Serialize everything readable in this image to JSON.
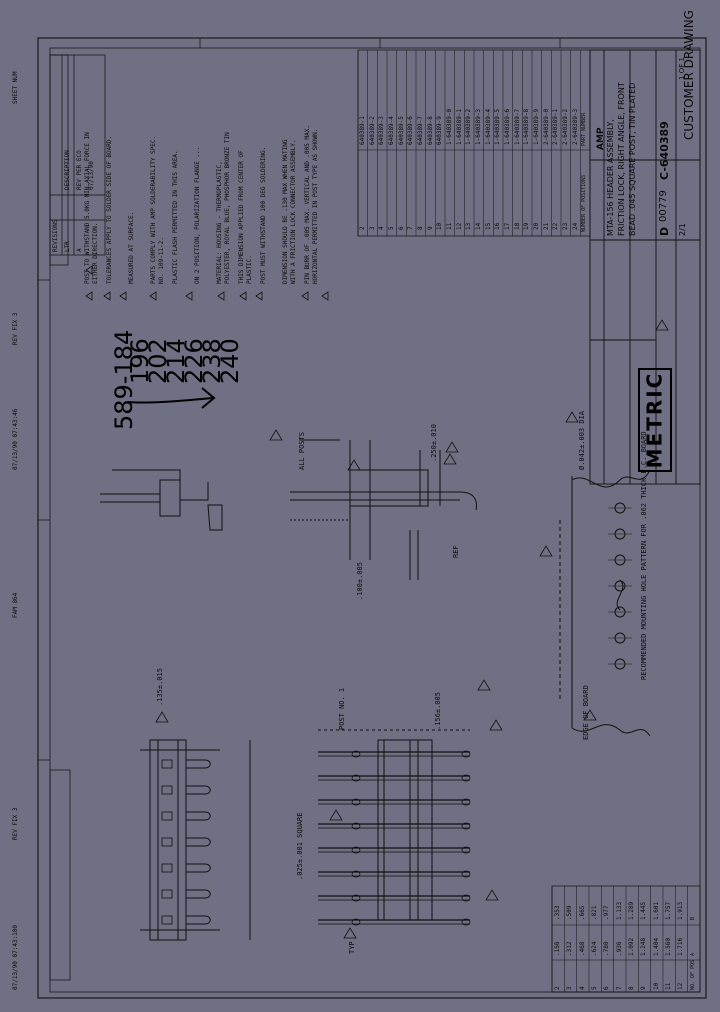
{
  "frame": {
    "top_left_label": "SHEET NUM",
    "top_mid_label": "REV FIX 3",
    "left_mid_label": "REV FIX 3",
    "stamp_top": "07/13/90 07:43:46",
    "stamp_mid": "FAM 864",
    "stamp_bottom": "07/13/90 07:43:100"
  },
  "handwriting": {
    "lines": [
      "589-184",
      "196",
      "202",
      "214",
      "226",
      "238",
      "240"
    ]
  },
  "notes": [
    "POST TO WITHSTAND 5.0KG MIN AXIAL FORCE IN EITHER DIRECTION.",
    "TOLERANCES APPLY TO SOLDER SIDE OF BOARD.",
    "MEASURED AT SURFACE.",
    "PARTS COMPLY WITH AMP SOLDERABILITY SPEC. NO. 109-11-2.",
    "PLASTIC FLASH PERMITTED IN THIS AREA.",
    "ON 2 POSITION, POLARIZATION FLANGE ...",
    "MATERIAL: HOUSING - THERMOPLASTIC, POLYESTER, ROYAL BLUE, PHOSPHOR BRONZE TIN PLATED.",
    "THIS DIMENSION APPLIED FROM CENTER OF PLASTIC.",
    "POST MUST WITHSTAND 100 DEG SOLDERING.",
    "DIMENSION SHOULD BE .130 MAX WHEN MATING WITH A FRICTION LOCK CONNECTOR ASSEMBLY.",
    "PIN BURR OF .005 MAX. VERTICAL AND .005 MAX. HORIZONTAL PERMITTED IN POST TYPE AS SHOWN."
  ],
  "dims": {
    "square": ".025±.001 SQUARE",
    "post_no": "POST NO. 1",
    "typ": "TYP",
    "ref": "REF",
    "hole": "Ø.042±.003 DIA",
    "end_of_board": "EDGE OF BOARD",
    "mount_note": "RECOMMENDED MOUNTING HOLE PATTERN FOR .062 THICK P.C. BOARD",
    "pitch": ".156±.005",
    "all_posts": "ALL POSTS",
    "spacing_a": ".100±.005",
    "spacing_b": ".250±.010",
    "spacing_c": ".135±.015"
  },
  "metric_label": "METRIC",
  "title_block": {
    "title_lines": [
      "MTA-156 HEADER ASSEMBLY,",
      "FRICTION LOCK, RIGHT ANGLE, FRONT",
      "BEAD .045 SQUARE POST, TIN PLATED"
    ],
    "company": "AMP",
    "dwg_size": "D",
    "code": "00779",
    "dwg_no": "C-640389",
    "scale": "2/1",
    "customer": "CUSTOMER DRAWING",
    "sheet": "1 OF 1"
  },
  "part_table": {
    "headers": [
      "NUMBER OF POSITIONS",
      "PART NUMBER"
    ],
    "rows": [
      [
        "2",
        "640389-1"
      ],
      [
        "3",
        "640389-2"
      ],
      [
        "4",
        "640389-3"
      ],
      [
        "5",
        "640389-4"
      ],
      [
        "6",
        "640389-5"
      ],
      [
        "7",
        "640389-6"
      ],
      [
        "8",
        "640389-7"
      ],
      [
        "9",
        "640389-8"
      ],
      [
        "10",
        "640389-9"
      ],
      [
        "11",
        "1-640389-0"
      ],
      [
        "12",
        "1-640389-1"
      ],
      [
        "13",
        "1-640389-2"
      ],
      [
        "14",
        "1-640389-3"
      ],
      [
        "15",
        "1-640389-4"
      ],
      [
        "16",
        "1-640389-5"
      ],
      [
        "17",
        "1-640389-6"
      ],
      [
        "18",
        "1-640389-7"
      ],
      [
        "19",
        "1-640389-8"
      ],
      [
        "20",
        "1-640389-9"
      ],
      [
        "21",
        "2-640389-0"
      ],
      [
        "22",
        "2-640389-1"
      ],
      [
        "23",
        "2-640389-2"
      ],
      [
        "24",
        "2-640389-3"
      ]
    ]
  },
  "dim_table": {
    "headers": [
      "NO. OF POS",
      "A",
      "B"
    ],
    "rows": [
      [
        "2",
        ".156",
        ".353"
      ],
      [
        "3",
        ".312",
        ".509"
      ],
      [
        "4",
        ".468",
        ".665"
      ],
      [
        "5",
        ".624",
        ".821"
      ],
      [
        "6",
        ".780",
        ".977"
      ],
      [
        "7",
        ".936",
        "1.133"
      ],
      [
        "8",
        "1.092",
        "1.289"
      ],
      [
        "9",
        "1.248",
        "1.445"
      ],
      [
        "10",
        "1.404",
        "1.601"
      ],
      [
        "11",
        "1.560",
        "1.757"
      ],
      [
        "12",
        "1.716",
        "1.913"
      ]
    ]
  },
  "revisions": {
    "header": "REVISIONS",
    "rows": [
      [
        "LTR",
        "DESCRIPTION",
        "DATE"
      ],
      [
        "A",
        "REV PER ECO",
        "07/13/90"
      ]
    ]
  }
}
